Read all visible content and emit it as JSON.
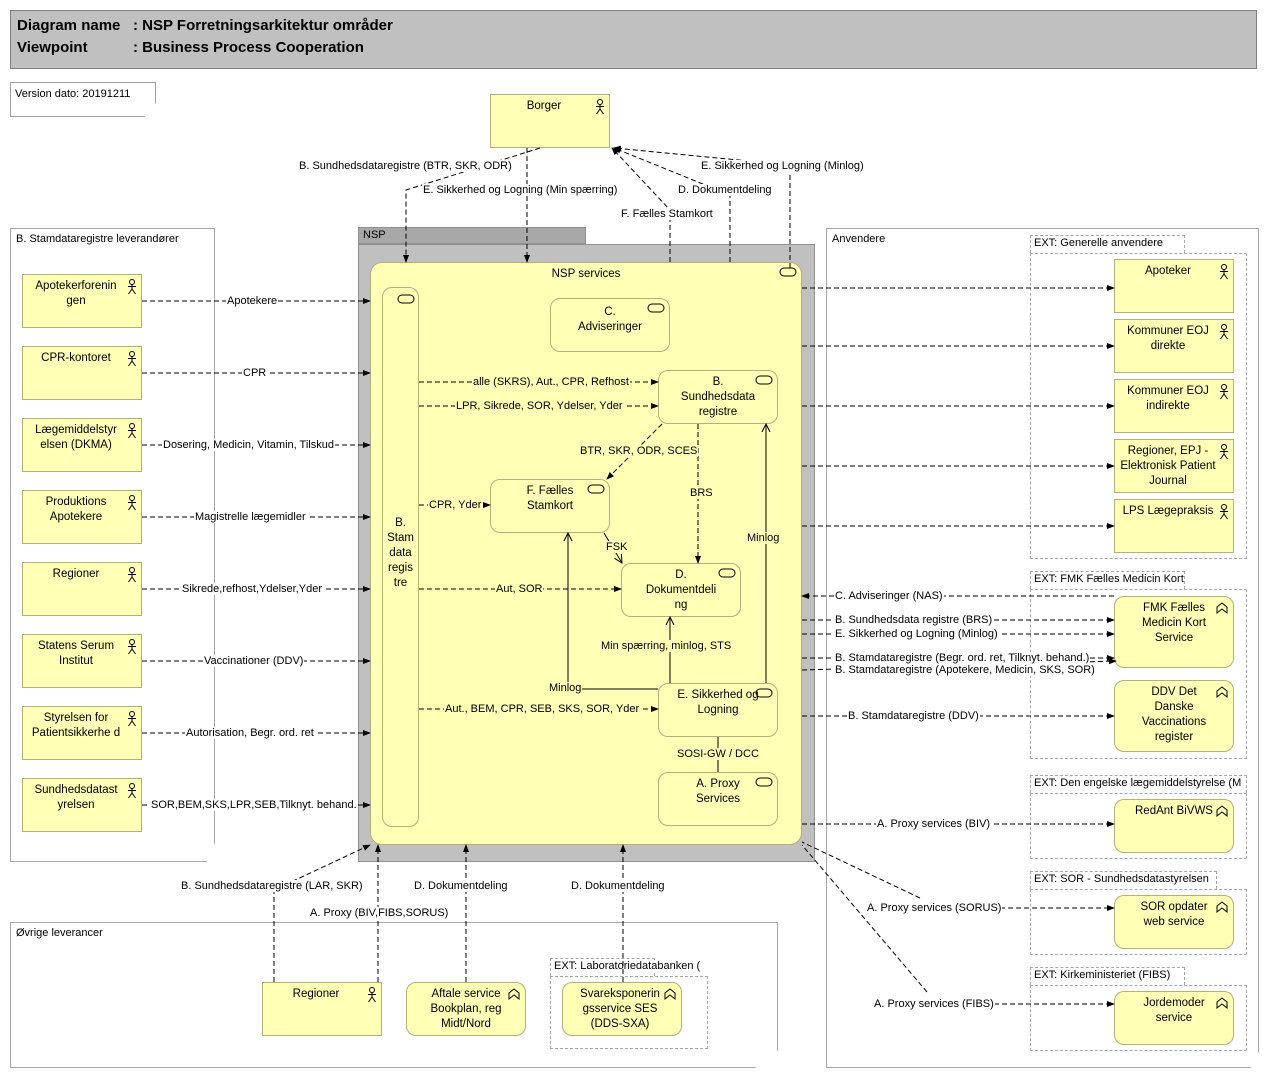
{
  "header": {
    "diagram_name_key": "Diagram name",
    "diagram_name": ": NSP Forretningsarkitektur områder",
    "viewpoint_key": "Viewpoint",
    "viewpoint": ": Business Process Cooperation"
  },
  "version_note": "Version dato: 20191211",
  "colors": {
    "element_fill": "#ffffb5",
    "element_border": "#b5b07a",
    "nsp_fill": "#c0c0c0",
    "header_fill": "#c0c0c0"
  },
  "borger": {
    "name": "Borger",
    "relations": [
      "B. Sundhedsdataregistre (BTR, SKR, ODR)",
      "E. Sikkerhed og Logning (Min spærring)",
      "F. Fælles Stamkort",
      "D. Dokumentdeling",
      "E. Sikkerhed og Logning (Minlog)"
    ]
  },
  "left_group": {
    "title": "B. Stamdataregistre leverandører",
    "actors": [
      {
        "name": "Apotekerforenin gen",
        "relation": "Apotekere"
      },
      {
        "name": "CPR-kontoret",
        "relation": "CPR"
      },
      {
        "name": "Lægemiddelstyr elsen (DKMA)",
        "relation": "Dosering, Medicin, Vitamin, Tilskud"
      },
      {
        "name": "Produktions Apotekere",
        "relation": "Magistrelle lægemidler"
      },
      {
        "name": "Regioner",
        "relation": "Sikrede,refhost,Ydelser,Yder"
      },
      {
        "name": "Statens Serum Institut",
        "relation": "Vaccinationer (DDV)"
      },
      {
        "name": "Styrelsen for Patientsikkerhe d",
        "relation": "Autorisation, Begr. ord. ret"
      },
      {
        "name": "Sundhedsdatast yrelsen",
        "relation": "SOR,BEM,SKS,LPR,SEB,Tilknyt. behand."
      }
    ]
  },
  "nsp": {
    "title": "NSP",
    "services_title": "NSP services",
    "stamdata": "B. Stam data regis tre",
    "adviseringer": "C. Adviseringer",
    "sundhedsdata": "B. Sundhedsdata registre",
    "faelles_stamkort": "F. Fælles Stamkort",
    "dokumentdeling": "D. Dokumentdeli ng",
    "sikkerhed": "E. Sikkerhed og Logning",
    "proxy": "A. Proxy Services",
    "internal_relations": {
      "alle": "alle (SKRS), Aut., CPR, Refhost",
      "lpr": "LPR, Sikrede, SOR, Ydelser, Yder",
      "btr": "BTR, SKR, ODR, SCES",
      "cpr_yder": "CPR, Yder",
      "brs": "BRS",
      "fsk": "FSK",
      "minlog_right": "Minlog",
      "aut_sor": "Aut, SOR",
      "min_spaerring": "Min spærring, minlog, STS",
      "minlog_left": "Minlog",
      "aut_bem": "Aut., BEM, CPR, SEB, SKS, SOR, Yder",
      "sosi": "SOSI-GW / DCC"
    }
  },
  "right_group": {
    "title": "Anvendere",
    "ext_generelle": {
      "title": "EXT: Generelle anvendere",
      "actors": [
        "Apoteker",
        "Kommuner EOJ direkte",
        "Kommuner EOJ indirekte",
        "Regioner, EPJ - Elektronisk Patient Journal",
        "LPS Lægepraksis"
      ]
    },
    "ext_fmk": {
      "title": "EXT: FMK Fælles Medicin Kort",
      "services": [
        "FMK Fælles Medicin Kort Service",
        "DDV Det Danske Vaccinations register"
      ],
      "relations": [
        "C. Adviseringer (NAS)",
        "B. Sundhedsdata registre (BRS)",
        "E. Sikkerhed og Logning (Minlog)",
        "B. Stamdataregistre (Begr. ord. ret, Tilknyt. behand.)",
        "B. Stamdataregistre (Apotekere, Medicin, SKS, SOR)",
        "B. Stamdataregistre (DDV)"
      ]
    },
    "ext_engelske": {
      "title": "EXT: Den engelske lægemiddelstyrelse (M",
      "service": "RedAnt BiVWS",
      "relation": "A. Proxy services (BIV)"
    },
    "ext_sor": {
      "title": "EXT: SOR - Sundhedsdatastyrelsen",
      "service": "SOR opdater web service",
      "relation": "A. Proxy services (SORUS)"
    },
    "ext_kirke": {
      "title": "EXT: Kirkeministeriet (FIBS)",
      "service": "Jordemoder service",
      "relation": "A. Proxy services (FIBS)"
    }
  },
  "bottom_group": {
    "title": "Øvrige leverancer",
    "regioner": "Regioner",
    "aftale": "Aftale service Bookplan, reg Midt/Nord",
    "ext_lab": {
      "title": "EXT: Laboratoriedatabanken (",
      "service": "Svareksponerin gsservice SES (DDS-SXA)"
    },
    "relations": {
      "lar_skr": "B. Sundhedsdataregistre (LAR, SKR)",
      "proxy": "A. Proxy (BIV,FIBS,SORUS)",
      "dok1": "D. Dokumentdeling",
      "dok2": "D. Dokumentdeling"
    }
  }
}
